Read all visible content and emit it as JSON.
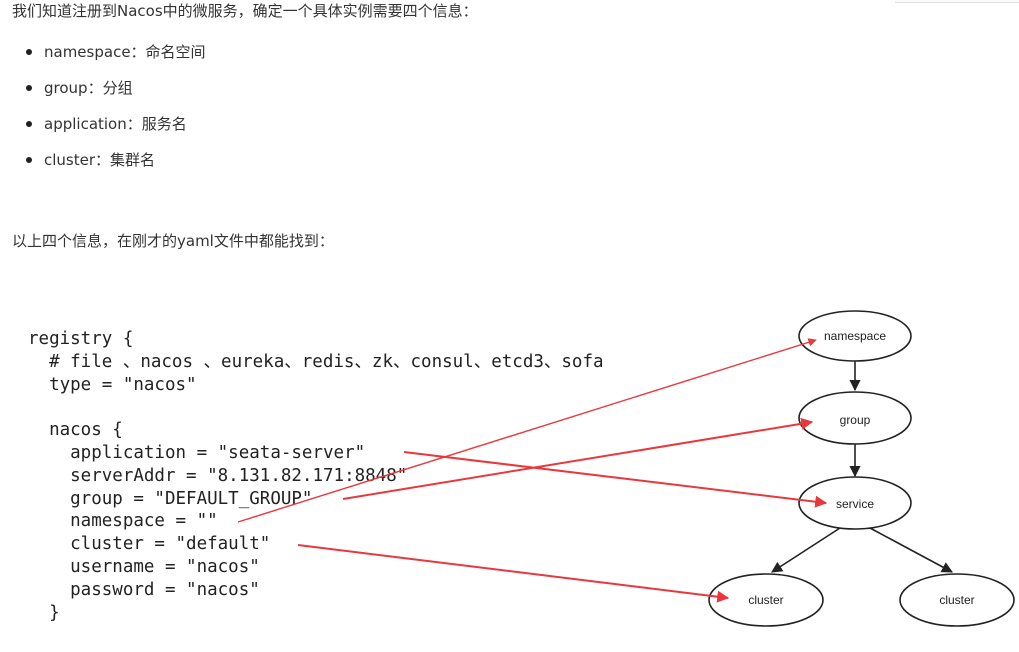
{
  "intro": "我们知道注册到Nacos中的微服务，确定一个具体实例需要四个信息：",
  "list": [
    "namespace：命名空间",
    "group：分组",
    "application：服务名",
    "cluster：集群名"
  ],
  "outro": "以上四个信息，在刚才的yaml文件中都能找到：",
  "code": [
    "registry {",
    "  # file 、nacos 、eureka、redis、zk、consul、etcd3、sofa",
    "  type = \"nacos\"",
    "",
    "  nacos {",
    "    application = \"seata-server\"",
    "    serverAddr = \"8.131.82.171:8848\"",
    "    group = \"DEFAULT_GROUP\"",
    "    namespace = \"\"",
    "    cluster = \"default\"",
    "    username = \"nacos\"",
    "    password = \"nacos\"",
    "  }"
  ],
  "diagram": {
    "nodes": {
      "namespace": "namespace",
      "group": "group",
      "service": "service",
      "cluster1": "cluster",
      "cluster2": "cluster"
    },
    "arrow_color": "#e8383d"
  }
}
